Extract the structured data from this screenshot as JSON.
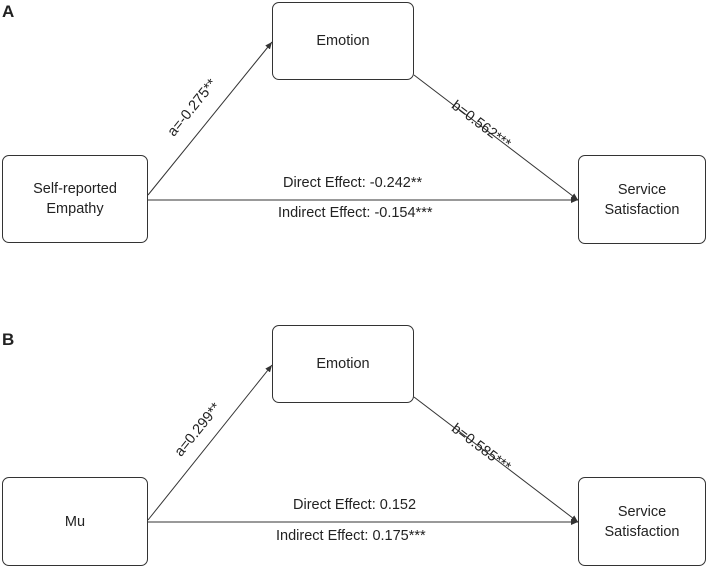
{
  "panels": [
    {
      "label": "A",
      "mediator": "Emotion",
      "predictor": "Self-reported\nEmpathy",
      "outcome": "Service\nSatisfaction",
      "path_a": "a=-0.275**",
      "path_b": "b=0.562***",
      "direct": "Direct Effect: -0.242**",
      "indirect": "Indirect Effect: -0.154***"
    },
    {
      "label": "B",
      "mediator": "Emotion",
      "predictor": "Mu",
      "outcome": "Service\nSatisfaction",
      "path_a": "a=0.299**",
      "path_b": "b=0.585***",
      "direct": "Direct Effect: 0.152",
      "indirect": "Indirect Effect: 0.175***"
    }
  ],
  "colors": {
    "line": "#333333",
    "text": "#222222"
  }
}
